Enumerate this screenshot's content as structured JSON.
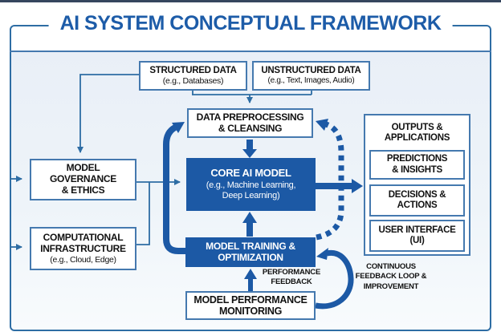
{
  "title": "AI SYSTEM CONCEPTUAL FRAMEWORK",
  "colors": {
    "accent_blue": "#1c59a5",
    "box_border_blue": "#4579af",
    "frame_blue": "#2e6da4",
    "title_blue": "#1d5ca8",
    "canvas_tint": "#e9eff7",
    "text_dark": "#111111"
  },
  "nodes": {
    "structured_data": {
      "title": "STRUCTURED DATA",
      "subtitle": "(e.g., Databases)"
    },
    "unstructured_data": {
      "title": "UNSTRUCTURED DATA",
      "subtitle": "(e.g., Text, Images, Audio)"
    },
    "data_preprocessing": {
      "line1": "DATA PREPROCESSING",
      "line2": "& CLEANSING"
    },
    "core_ai_model": {
      "title": "CORE AI MODEL",
      "subtitle1": "(e.g., Machine Learning,",
      "subtitle2": "Deep Learning)"
    },
    "model_governance": {
      "line1": "MODEL",
      "line2": "GOVERNANCE",
      "line3": "& ETHICS"
    },
    "computational_infrastructure": {
      "line1": "COMPUTATIONAL",
      "line2": "INFRASTRUCTURE",
      "subtitle": "(e.g., Cloud, Edge)"
    },
    "model_training": {
      "line1": "MODEL TRAINING &",
      "line2": "OPTIMIZATION"
    },
    "model_performance_monitoring": {
      "line1": "MODEL PERFORMANCE",
      "line2": "MONITORING"
    },
    "outputs_applications": {
      "line1": "OUTPUTS &",
      "line2": "APPLICATIONS"
    },
    "predictions_insights": {
      "line1": "PREDICTIONS",
      "line2": "& INSIGHTS"
    },
    "decisions_actions": {
      "line1": "DECISIONS &",
      "line2": "ACTIONS"
    },
    "user_interface": {
      "line1": "USER INTERFACE",
      "line2": "(UI)"
    }
  },
  "annotations": {
    "performance_feedback": {
      "line1": "PERFORMANCE",
      "line2": "FEEDBACK"
    },
    "continuous_feedback": {
      "line1": "CONTINUOUS",
      "line2": "FEEDBACK LOOP &",
      "line3": "IMPROVEMENT"
    }
  }
}
